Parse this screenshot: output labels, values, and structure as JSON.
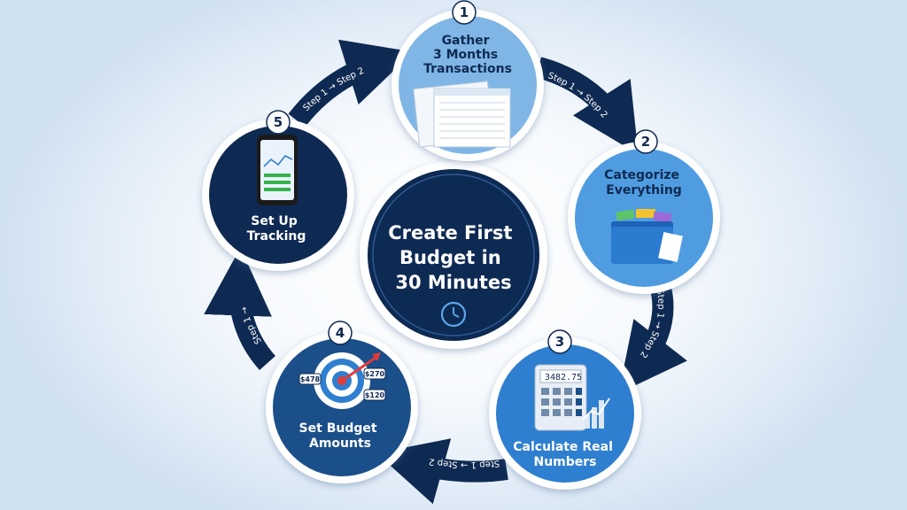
{
  "center": {
    "title_lines": [
      "Create First",
      "Budget in",
      "30 Minutes"
    ]
  },
  "steps": [
    {
      "number": "1",
      "title_lines": [
        "Gather",
        "3 Months",
        "Transactions"
      ]
    },
    {
      "number": "2",
      "title_lines": [
        "Categorize",
        "Everything"
      ]
    },
    {
      "number": "3",
      "title_lines": [
        "Calculate Real",
        "Numbers"
      ],
      "calculator_display": "3482.75"
    },
    {
      "number": "4",
      "title_lines": [
        "Set Budget",
        "Amounts"
      ],
      "target_labels": [
        "$478",
        "$270",
        "$120"
      ]
    },
    {
      "number": "5",
      "title_lines": [
        "Set Up",
        "Tracking"
      ]
    }
  ],
  "arrows": [
    {
      "label": "Step 1 → Step 2"
    },
    {
      "label": "Step 1 → Step 2"
    },
    {
      "label": "Step 1 → Step 2"
    },
    {
      "label": "Step 1 →"
    },
    {
      "label": "Step 1 → Step 2"
    }
  ],
  "colors": {
    "navy": "#0f2a52",
    "light_blue": "#7fb6e6",
    "mid_blue": "#3d8fd6",
    "dark_blue": "#1b4f8a",
    "ring": "#ffffff"
  }
}
